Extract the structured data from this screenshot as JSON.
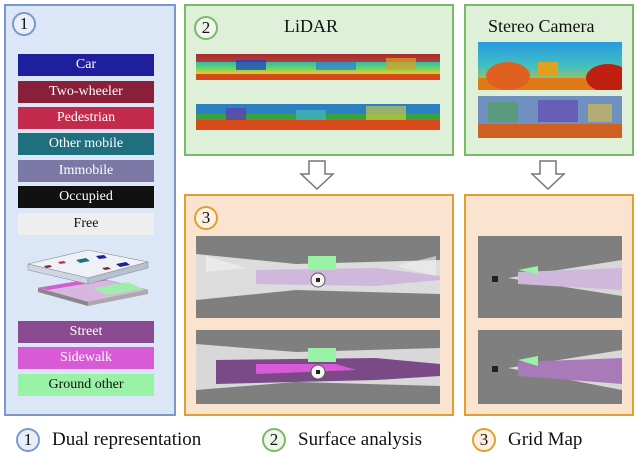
{
  "panels": {
    "one": {
      "number": "1"
    },
    "two_lidar": {
      "number": "2",
      "title": "LiDAR"
    },
    "two_stereo": {
      "title": "Stereo Camera"
    },
    "three": {
      "number": "3"
    }
  },
  "classes": [
    {
      "label": "Car",
      "color": "#1f1f9e"
    },
    {
      "label": "Two-wheeler",
      "color": "#8a1f3a"
    },
    {
      "label": "Pedestrian",
      "color": "#c42a4c"
    },
    {
      "label": "Other mobile",
      "color": "#1f6f7e"
    },
    {
      "label": "Immobile",
      "color": "#7b78a6"
    },
    {
      "label": "Occupied",
      "color": "#111111"
    },
    {
      "label": "Free",
      "color": "#eeeeee"
    }
  ],
  "surfaces": [
    {
      "label": "Street",
      "color": "#8a4a90"
    },
    {
      "label": "Sidewalk",
      "color": "#d85ad6"
    },
    {
      "label": "Ground other",
      "color": "#9af2a6"
    }
  ],
  "legend": [
    {
      "number": "1",
      "label": "Dual representation"
    },
    {
      "number": "2",
      "label": "Surface analysis"
    },
    {
      "number": "3",
      "label": "Grid Map"
    }
  ],
  "colors": {
    "panel1_border": "#7a98cc",
    "panel2_border": "#7ab86a",
    "panel3_border": "#e0a030"
  },
  "icons": [
    "arrow-down-icon",
    "grid-stack-icon"
  ]
}
